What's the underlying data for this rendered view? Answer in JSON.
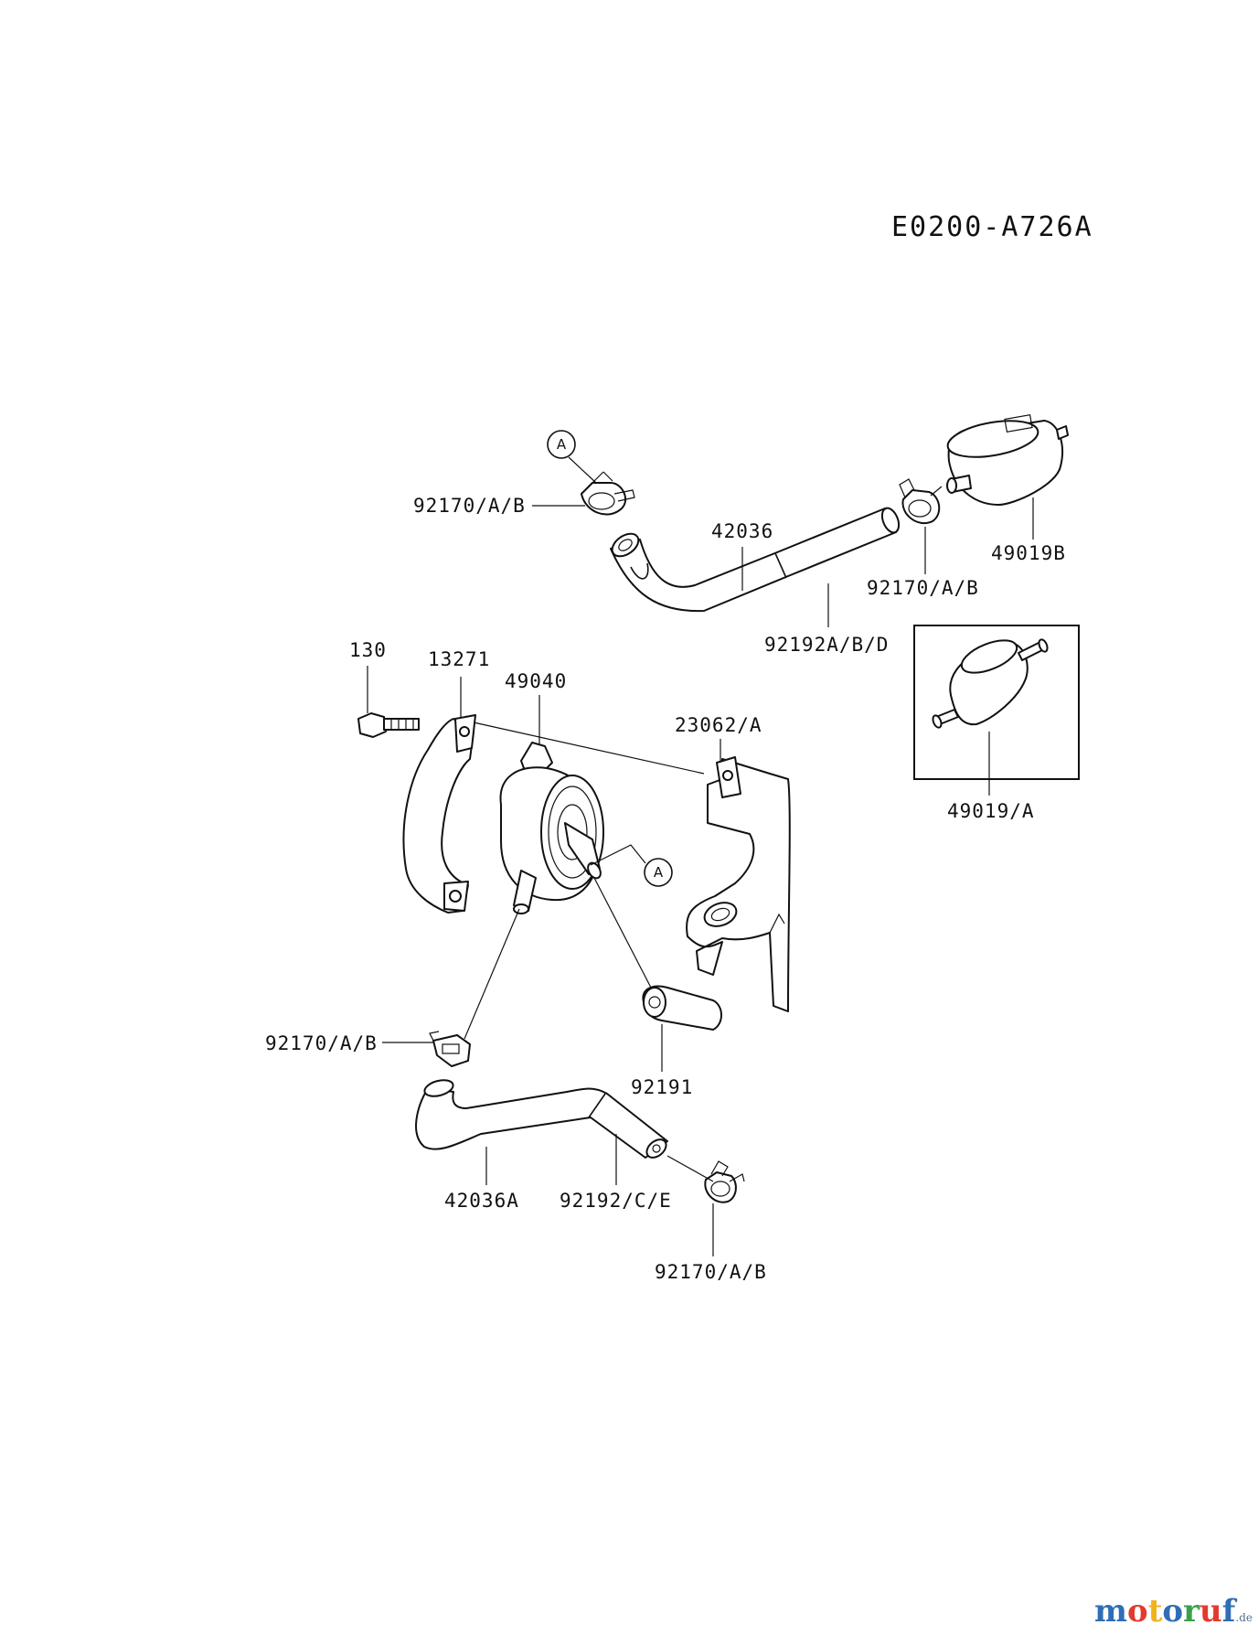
{
  "diagram_code": "E0200-A726A",
  "labels": {
    "clamp_top_left": "92170/A/B",
    "hose_upper": "42036",
    "filter_b": "49019B",
    "clamp_top_right": "92170/A/B",
    "hose_upper_sleeve": "92192A/B/D",
    "bolt": "130",
    "bracket_plate": "13271",
    "fuel_pump": "49040",
    "mount_bracket": "23062/A",
    "filter_a": "49019/A",
    "clamp_mid_left": "92170/A/B",
    "cap": "92191",
    "hose_lower": "42036A",
    "hose_lower_sleeve": "92192/C/E",
    "clamp_bottom": "92170/A/B",
    "ref_a_top": "A",
    "ref_a_pump": "A"
  },
  "logo": {
    "letters": [
      {
        "char": "m",
        "color": "#2f6eb5"
      },
      {
        "char": "o",
        "color": "#e23b2e"
      },
      {
        "char": "t",
        "color": "#f2b21d"
      },
      {
        "char": "o",
        "color": "#2f6eb5"
      },
      {
        "char": "r",
        "color": "#3aa14a"
      },
      {
        "char": "u",
        "color": "#e23b2e"
      },
      {
        "char": "f",
        "color": "#2f6eb5"
      }
    ],
    "suffix": ".de"
  }
}
